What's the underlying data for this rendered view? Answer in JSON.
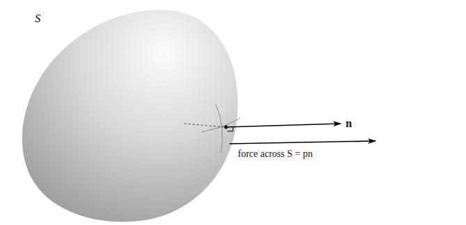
{
  "diagram": {
    "labels": [
      "S",
      "n",
      "force across S = pn"
    ]
  }
}
